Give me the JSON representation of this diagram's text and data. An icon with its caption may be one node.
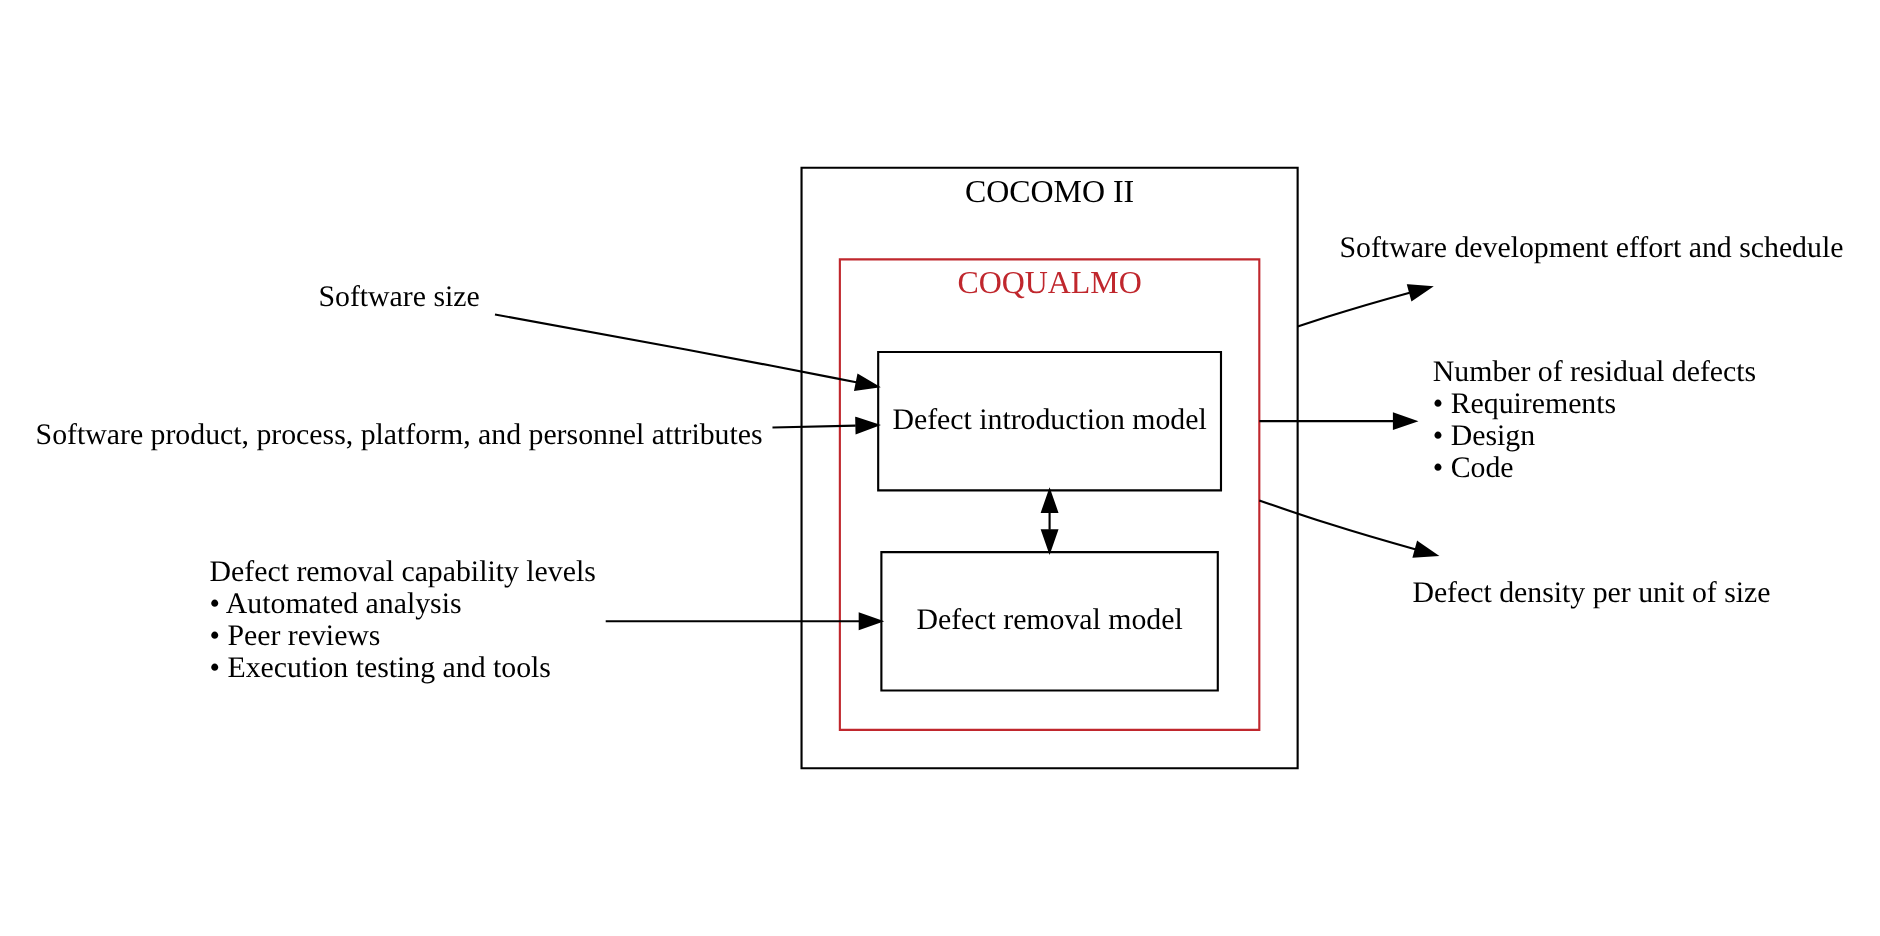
{
  "diagram": {
    "nodes": [
      {
        "text": [
          "COCOMO II"
        ]
      },
      {
        "text": [
          "COQUALMO"
        ],
        "in": 0
      },
      {
        "text": [
          "Defect introduction model"
        ],
        "in": 1
      },
      {
        "text": [
          "Defect removal model"
        ],
        "in": 1
      },
      {
        "text": [
          "Software size"
        ]
      },
      {
        "text": [
          "Software product, process, platform, and personnel attributes"
        ]
      },
      {
        "text": [
          "Defect removal capability levels",
          "• Automated analysis",
          "• Peer reviews",
          "• Execution testing and tools"
        ]
      },
      {
        "text": [
          "Software development effort and schedule"
        ]
      },
      {
        "text": [
          "Number of residual defects",
          "• Requirements",
          "• Design",
          "• Code"
        ]
      },
      {
        "text": [
          "Defect density per unit of size"
        ]
      }
    ],
    "edges": [
      {
        "from": 4,
        "to": 2,
        "arrow": "to"
      },
      {
        "from": 5,
        "to": 2,
        "arrow": "to"
      },
      {
        "from": 2,
        "to": 3,
        "arrow": "both"
      },
      {
        "from": 6,
        "to": 3,
        "arrow": "to"
      },
      {
        "from": 0,
        "to": 7,
        "arrow": "to"
      },
      {
        "from": 1,
        "to": 8,
        "arrow": "to"
      },
      {
        "from": 1,
        "to": 9,
        "arrow": "to"
      }
    ]
  }
}
